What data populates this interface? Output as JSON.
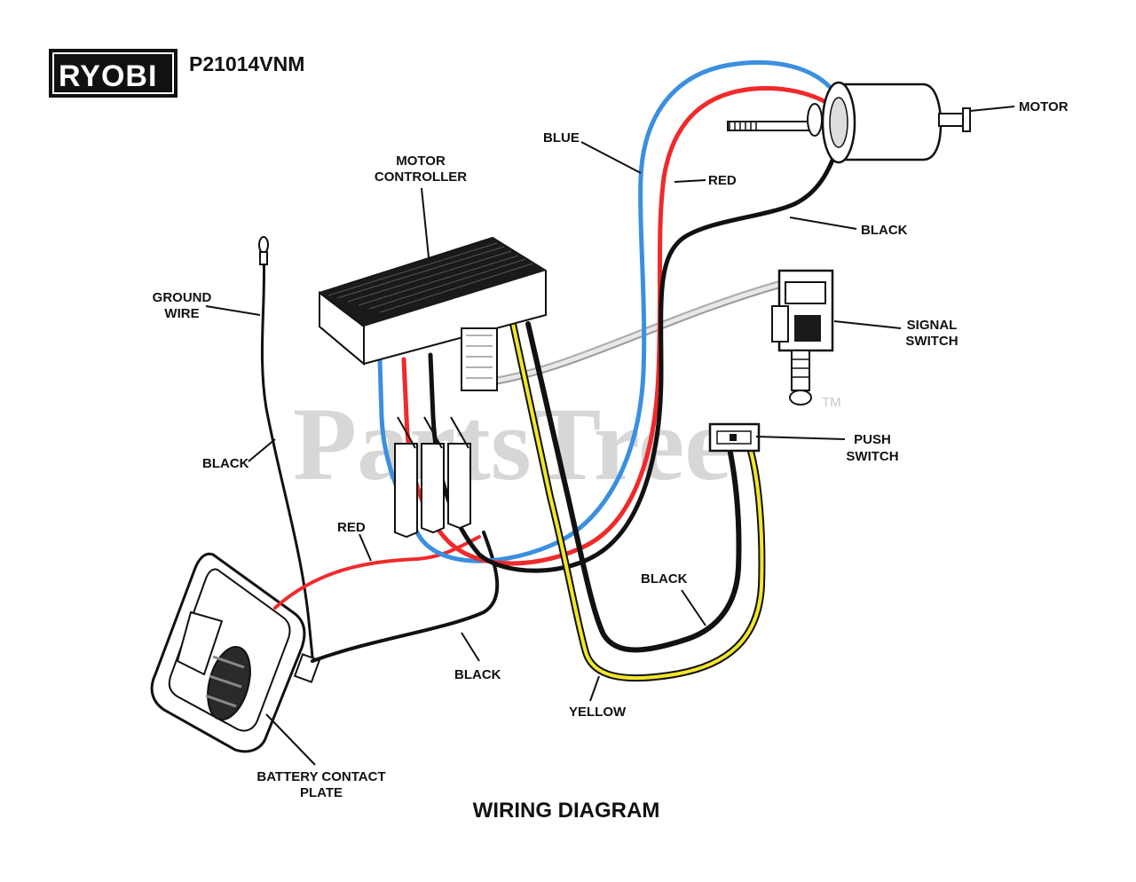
{
  "brand": {
    "logo": "RYOBI",
    "model": "P21014VNM"
  },
  "diagram": {
    "title": "WIRING DIAGRAM"
  },
  "watermark": {
    "text": "PartsTree",
    "tm": "TM"
  },
  "colors": {
    "blue_wire": "#3b8fe0",
    "red_wire": "#f02a2a",
    "black_wire": "#111111",
    "yellow_wire": "#f3e62a",
    "gray_wire": "#b5b5b5"
  },
  "labels": {
    "motor": "MOTOR",
    "blue": "BLUE",
    "red_top": "RED",
    "black_top": "BLACK",
    "motor_controller_1": "MOTOR",
    "motor_controller_2": "CONTROLLER",
    "ground_wire_1": "GROUND",
    "ground_wire_2": "WIRE",
    "signal_switch_1": "SIGNAL",
    "signal_switch_2": "SWITCH",
    "black_left": "BLACK",
    "push_switch_1": "PUSH",
    "push_switch_2": "SWITCH",
    "red_bottom": "RED",
    "black_mid": "BLACK",
    "black_bottom": "BLACK",
    "yellow": "YELLOW",
    "battery_contact_1": "BATTERY CONTACT",
    "battery_contact_2": "PLATE"
  }
}
